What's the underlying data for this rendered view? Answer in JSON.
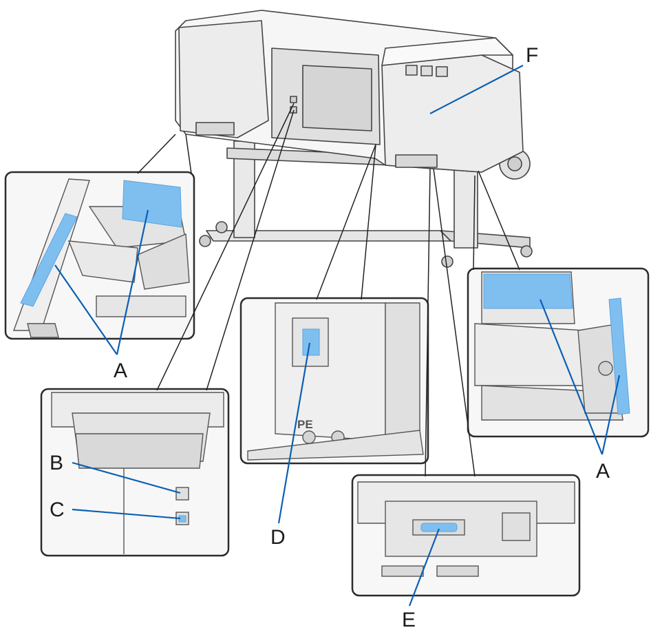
{
  "labels": {
    "a_left": "A",
    "a_right": "A",
    "b": "B",
    "c": "C",
    "d": "D",
    "e": "E",
    "f": "F",
    "pe": "PE"
  },
  "colors": {
    "highlight": "#7fbff0",
    "highlight_dark": "#5aa3dd",
    "line": "#333333",
    "panel_border": "#2b2b2b",
    "body_fill": "#f3f3f3",
    "shade": "#d6d6d6"
  }
}
